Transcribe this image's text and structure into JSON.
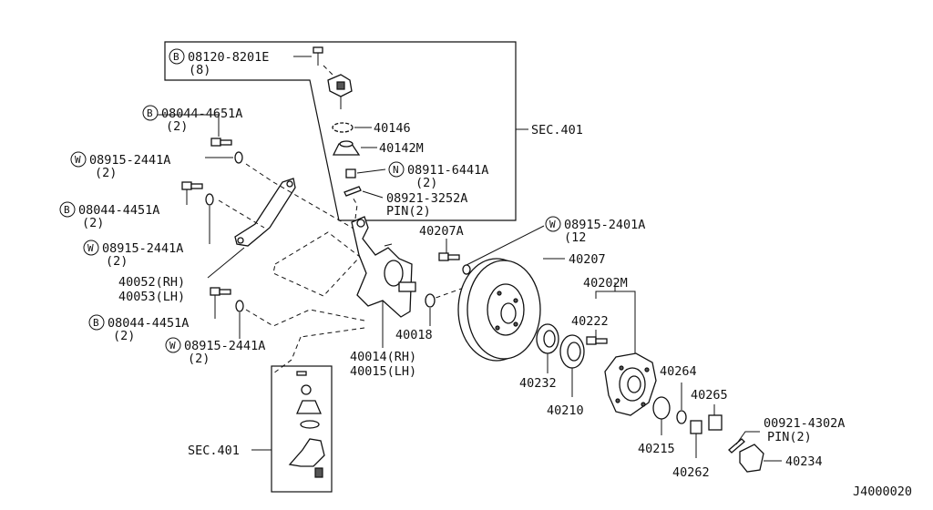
{
  "diagram_id": "J4000020",
  "labels": {
    "ball_joint_upper_bolt": {
      "badge": "B",
      "part": "08120-8201E",
      "qty": "(8)"
    },
    "bolt_a": {
      "badge": "B",
      "part": "08044-4651A",
      "qty": "(2)"
    },
    "washer_a": {
      "badge": "W",
      "part": "08915-2441A",
      "qty": "(2)"
    },
    "bolt_b": {
      "badge": "B",
      "part": "08044-4451A",
      "qty": "(2)"
    },
    "washer_b": {
      "badge": "W",
      "part": "08915-2441A",
      "qty": "(2)"
    },
    "arm": {
      "line1": "40052(RH)",
      "line2": "40053(LH)"
    },
    "bolt_c": {
      "badge": "B",
      "part": "08044-4451A",
      "qty": "(2)"
    },
    "washer_c": {
      "badge": "W",
      "part": "08915-2441A",
      "qty": "(2)"
    },
    "p40146": "40146",
    "p40142m": "40142M",
    "nut_n": {
      "badge": "N",
      "part": "08911-6441A",
      "qty": "(2)"
    },
    "pin_upper": {
      "part": "08921-3252A",
      "qty": "PIN(2)"
    },
    "sec401_top": "SEC.401",
    "p40207a": "40207A",
    "washer_hub": {
      "badge": "W",
      "part": "08915-2401A",
      "qty": "(12"
    },
    "p40207": "40207",
    "p40202m": "40202M",
    "p40222": "40222",
    "p40018": "40018",
    "knuckle": {
      "line1": "40014(RH)",
      "line2": "40015(LH)"
    },
    "p40232": "40232",
    "p40210": "40210",
    "p40264": "40264",
    "p40265": "40265",
    "pin_lower": {
      "part": "00921-4302A",
      "qty": "PIN(2)"
    },
    "p40215": "40215",
    "p40262": "40262",
    "p40234": "40234",
    "sec401_bottom": "SEC.401"
  }
}
